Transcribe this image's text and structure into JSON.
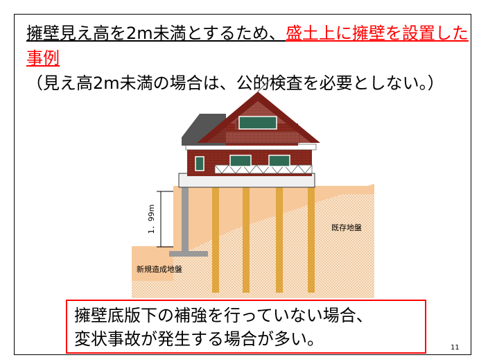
{
  "slide": {
    "title_part1": "擁壁見え高を2m未満とするため、",
    "title_part2": "盛土上に擁壁を設置した事例",
    "title_part3": "（見え高2m未満の場合は、公的検査を必要としない。）",
    "callout_line1": "擁壁底版下の補強を行っていない場合、",
    "callout_line2": "変状事故が発生する場合が多い。",
    "page_number": "11"
  },
  "diagram": {
    "height_label": "1．99m",
    "existing_ground_label": "既存地盤",
    "new_ground_label": "新規造成地盤"
  },
  "colors": {
    "accent": "#ff0000",
    "fill_soil": "#f7c89a",
    "pile": "#e0a640",
    "house_wall": "#8b2a1f",
    "roof": "#7a1f18",
    "wall_retaining": "#999999"
  }
}
